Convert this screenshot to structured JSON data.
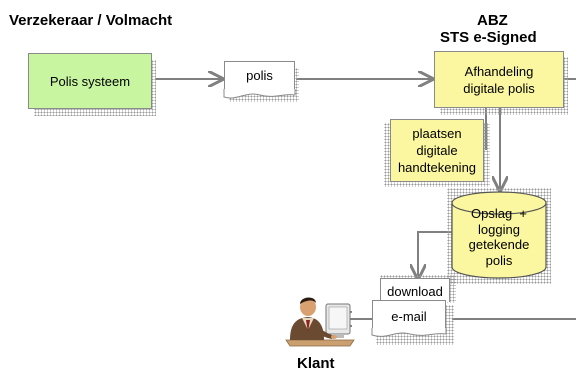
{
  "headers": {
    "left": "Verzekeraar / Volmacht",
    "right_line1": "ABZ",
    "right_line2": "STS e-Signed",
    "bottom": "Klant"
  },
  "nodes": {
    "polis_systeem": "Polis systeem",
    "polis": "polis",
    "afhandeling": [
      "Afhandeling",
      "digitale polis"
    ],
    "plaatsen": [
      "plaatsen",
      "digitale",
      "handtekening"
    ],
    "opslag": [
      "Opslag  +",
      "logging",
      "getekende",
      "polis"
    ],
    "download": "download",
    "email": "e-mail"
  },
  "colors": {
    "green_box": "#c8f5a0",
    "yellow_box": "#fbf7a0",
    "arrow": "#808080"
  }
}
